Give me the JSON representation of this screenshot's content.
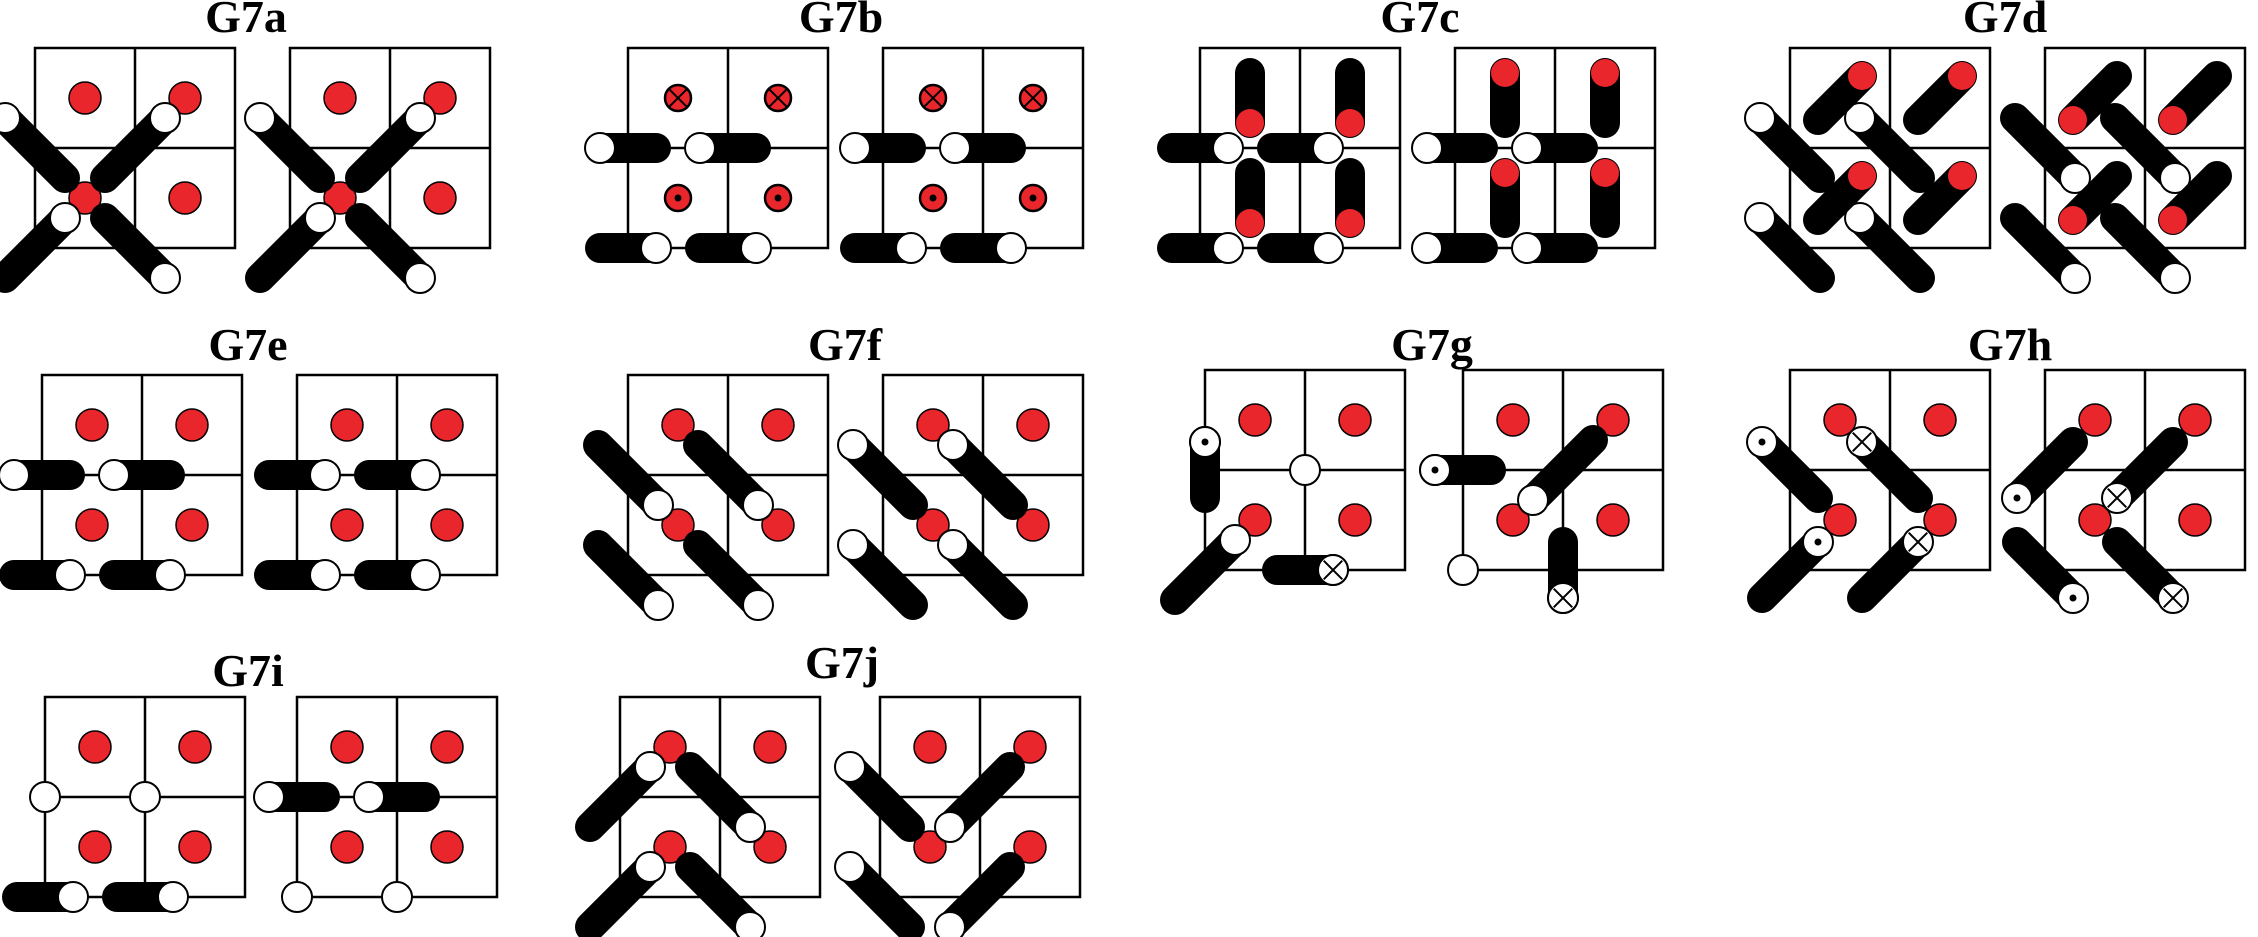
{
  "colors": {
    "atom": "#e8262b",
    "outline": "#000000",
    "dumbbell_dark": "#000000",
    "dumbbell_light": "#ffffff",
    "background": "#ffffff"
  },
  "panels": [
    {
      "label": "G7a",
      "left": "diag-back",
      "right": "diag-back"
    },
    {
      "label": "G7b",
      "left": "horiz-left",
      "right": "horiz-left",
      "centers": [
        [
          "cross",
          "cross"
        ],
        [
          "dot",
          "dot"
        ]
      ]
    },
    {
      "label": "G7c",
      "left": "horiz-right+vert-down",
      "right": "horiz-left+vert-up"
    },
    {
      "label": "G7d",
      "left": "diag-back+diag-up",
      "right": "diag-back-rev+diag-up-rev"
    },
    {
      "label": "G7e",
      "left": "horiz-left",
      "right": "horiz-right"
    },
    {
      "label": "G7f",
      "left": "diag-back",
      "right": "diag-back-rev"
    },
    {
      "label": "G7g",
      "left": "g-left",
      "right": "g-right"
    },
    {
      "label": "G7h",
      "left": "h-left",
      "right": "h-right"
    },
    {
      "label": "G7i",
      "left": "i-left",
      "right": "horiz-right-top"
    },
    {
      "label": "G7j",
      "left": "j-left",
      "right": "j-right"
    }
  ]
}
